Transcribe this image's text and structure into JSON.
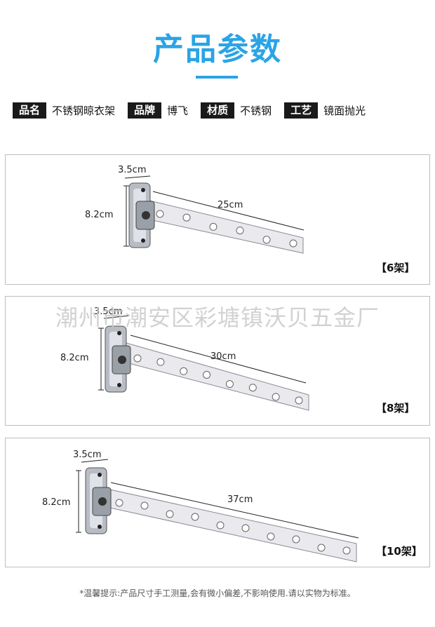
{
  "header": {
    "title": "产品参数"
  },
  "params": [
    {
      "label": "品名",
      "value": "不锈钢晾衣架"
    },
    {
      "label": "品牌",
      "value": "博飞"
    },
    {
      "label": "材质",
      "value": "不锈钢"
    },
    {
      "label": "工艺",
      "value": "镜面抛光"
    }
  ],
  "variants": [
    {
      "width": "3.5cm",
      "height": "8.2cm",
      "length": "25cm",
      "tag": "【6架】",
      "holes": 6
    },
    {
      "width": "3.5cm",
      "height": "8.2cm",
      "length": "30cm",
      "tag": "【8架】",
      "holes": 8
    },
    {
      "width": "3.5cm",
      "height": "8.2cm",
      "length": "37cm",
      "tag": "【10架】",
      "holes": 10
    }
  ],
  "watermark": "潮州市潮安区彩塘镇沃贝五金厂",
  "footer_note": "*温馨提示:产品尺寸手工测量,会有微小偏差,不影响使用.请以实物为标准。"
}
